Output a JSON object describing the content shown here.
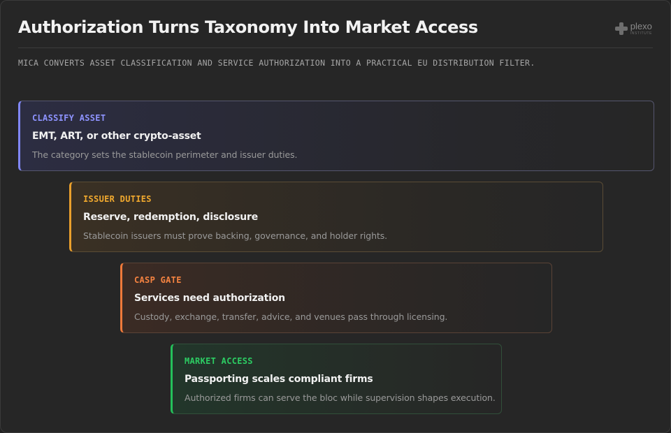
{
  "header": {
    "title": "Authorization Turns Taxonomy Into Market Access",
    "subtitle": "MICA CONVERTS ASSET CLASSIFICATION AND SERVICE AUTHORIZATION INTO A PRACTICAL EU DISTRIBUTION FILTER."
  },
  "logo": {
    "name": "plexo",
    "tagline": "INSTITUTE",
    "icon": "plus-cross-icon"
  },
  "steps": [
    {
      "kicker": "CLASSIFY ASSET",
      "heading": "EMT, ART, or other crypto-asset",
      "description": "The category sets the stablecoin perimeter and issuer duties.",
      "accent": "#8087f5"
    },
    {
      "kicker": "ISSUER DUTIES",
      "heading": "Reserve, redemption, disclosure",
      "description": "Stablecoin issuers must prove backing, governance, and holder rights.",
      "accent": "#eaa02c"
    },
    {
      "kicker": "CASP GATE",
      "heading": "Services need authorization",
      "description": "Custody, exchange, transfer, advice, and venues pass through licensing.",
      "accent": "#f07a3a"
    },
    {
      "kicker": "MARKET ACCESS",
      "heading": "Passporting scales compliant firms",
      "description": "Authorized firms can serve the bloc while supervision shapes execution.",
      "accent": "#24c05a"
    }
  ]
}
